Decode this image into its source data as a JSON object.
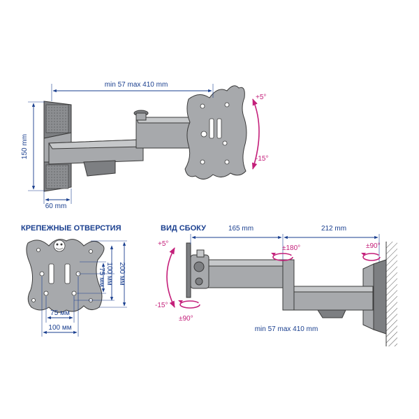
{
  "top_view": {
    "width_label": "min 57 max 410 mm",
    "height_label": "150 mm",
    "depth_label": "60 mm",
    "tilt_up_label": "+5°",
    "tilt_down_label": "-15°"
  },
  "mounting_holes": {
    "heading": "КРЕПЕЖНЫЕ ОТВЕРСТИЯ",
    "h_inner_label": "75 мм",
    "h_outer_label": "100 мм",
    "v_inner_label": "75 мм",
    "v_mid_label": "100 мм",
    "v_outer_label": "200 мм"
  },
  "side_view": {
    "heading": "ВИД СБОКУ",
    "arm1_label": "165 mm",
    "arm2_label": "212 mm",
    "rot_joint_label": "±180°",
    "rot_wall_label": "±90°",
    "tilt_up_label": "+5°",
    "tilt_down_label": "-15°",
    "swivel_label": "±90°",
    "extension_label": "min 57 max 410 mm"
  },
  "colors": {
    "dimension": "#1a3f8f",
    "rotation": "#c41f7a",
    "metal": "#a7a9ac"
  }
}
